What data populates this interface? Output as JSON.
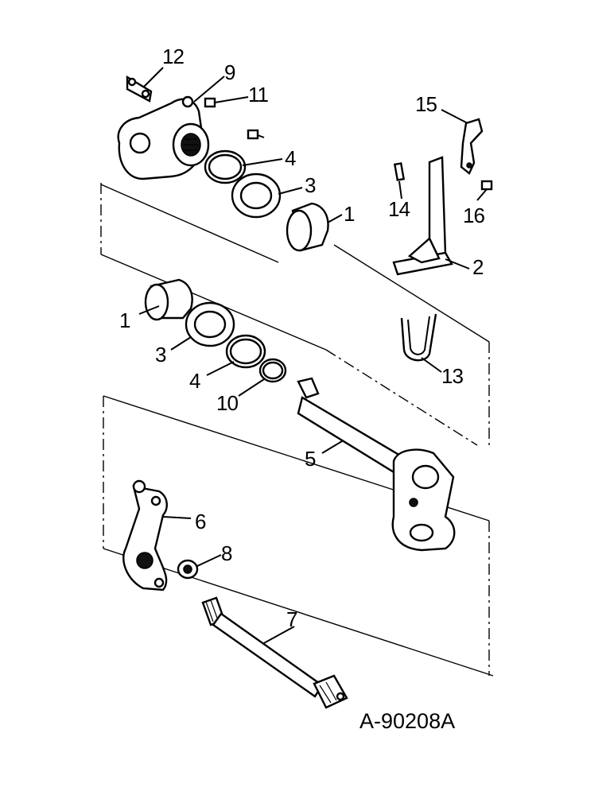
{
  "figure_ref": "A-90208A",
  "callouts": [
    {
      "id": "c12",
      "text": "12"
    },
    {
      "id": "c9",
      "text": "9"
    },
    {
      "id": "c11",
      "text": "11"
    },
    {
      "id": "c4a",
      "text": "4"
    },
    {
      "id": "c3a",
      "text": "3"
    },
    {
      "id": "c1a",
      "text": "1"
    },
    {
      "id": "c15",
      "text": "15"
    },
    {
      "id": "c14",
      "text": "14"
    },
    {
      "id": "c16",
      "text": "16"
    },
    {
      "id": "c2",
      "text": "2"
    },
    {
      "id": "c1b",
      "text": "1"
    },
    {
      "id": "c3b",
      "text": "3"
    },
    {
      "id": "c4b",
      "text": "4"
    },
    {
      "id": "c10",
      "text": "10"
    },
    {
      "id": "c13",
      "text": "13"
    },
    {
      "id": "c5",
      "text": "5"
    },
    {
      "id": "c6",
      "text": "6"
    },
    {
      "id": "c8",
      "text": "8"
    },
    {
      "id": "c7",
      "text": "7"
    }
  ]
}
